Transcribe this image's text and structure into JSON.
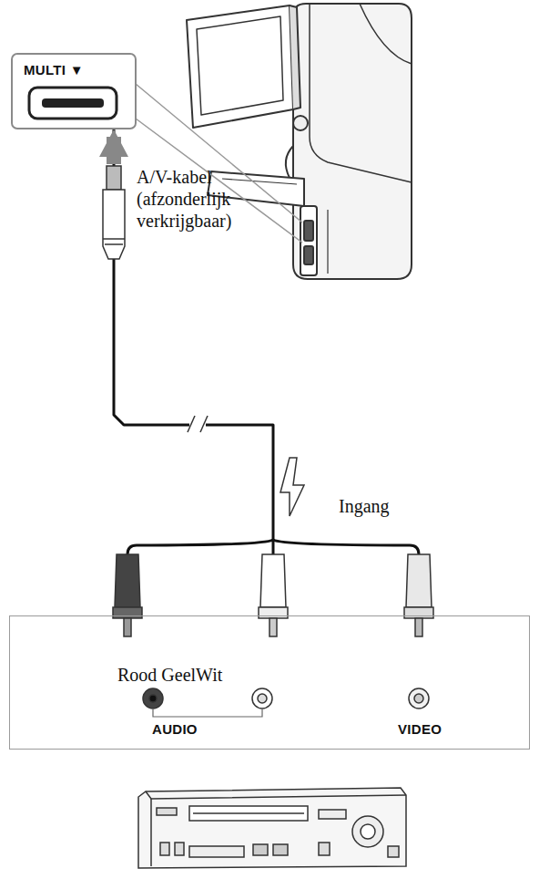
{
  "diagram": {
    "nodes": [
      {
        "text": [
          "MULTI ▼"
        ]
      },
      {
        "text": [
          "Rood GeelWit",
          "AUDIO",
          "VIDEO"
        ]
      }
    ],
    "edges": [
      {
        "from": 1,
        "to": 0,
        "arrow": "to"
      }
    ],
    "labels": [
      "A/V-kabel (afzonderlijk verkrijgbaar)",
      "Ingang"
    ]
  }
}
